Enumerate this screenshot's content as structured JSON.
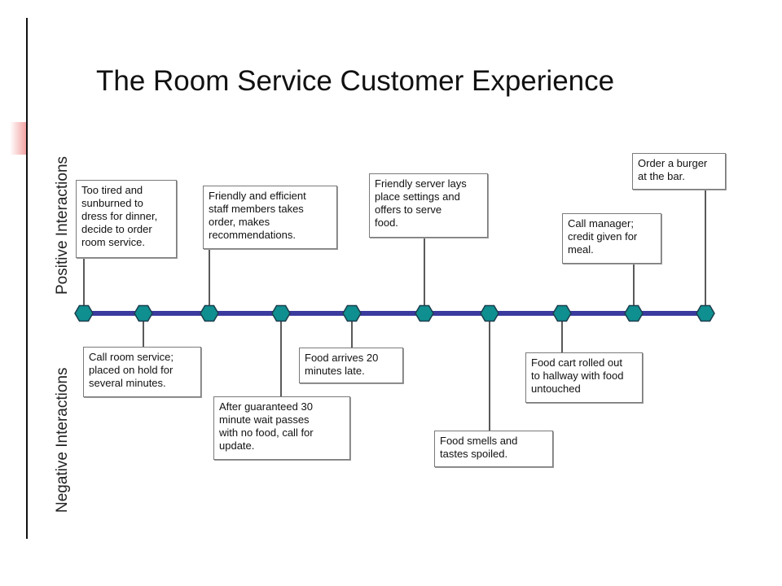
{
  "title": "The Room Service Customer Experience",
  "labels": {
    "positive": "Positive Interactions",
    "negative": "Negative Interactions"
  },
  "colors": {
    "timeline": "#3b3a9e",
    "node_fill": "#0f8f8f",
    "node_stroke": "#1c3d4d"
  },
  "events": [
    {
      "text": "Too tired and\nsunburned to\ndress for dinner,\ndecide to order\nroom service.",
      "side": "positive"
    },
    {
      "text": "Call room service;\nplaced on hold for\nseveral minutes.",
      "side": "negative"
    },
    {
      "text": "Friendly and efficient\nstaff members takes\norder, makes\nrecommendations.",
      "side": "positive"
    },
    {
      "text": "After guaranteed 30\nminute wait passes\nwith no food, call for\nupdate.",
      "side": "negative"
    },
    {
      "text": "Food arrives 20\nminutes late.",
      "side": "negative"
    },
    {
      "text": "Friendly server lays\nplace settings and\noffers to serve\nfood.",
      "side": "positive"
    },
    {
      "text": "Food smells and\ntastes spoiled.",
      "side": "negative"
    },
    {
      "text": "Food cart rolled out\nto hallway with food\nuntouched",
      "side": "negative"
    },
    {
      "text": "Call manager;\ncredit given for\nmeal.",
      "side": "positive"
    },
    {
      "text": "Order a burger\nat the bar.",
      "side": "positive"
    }
  ]
}
